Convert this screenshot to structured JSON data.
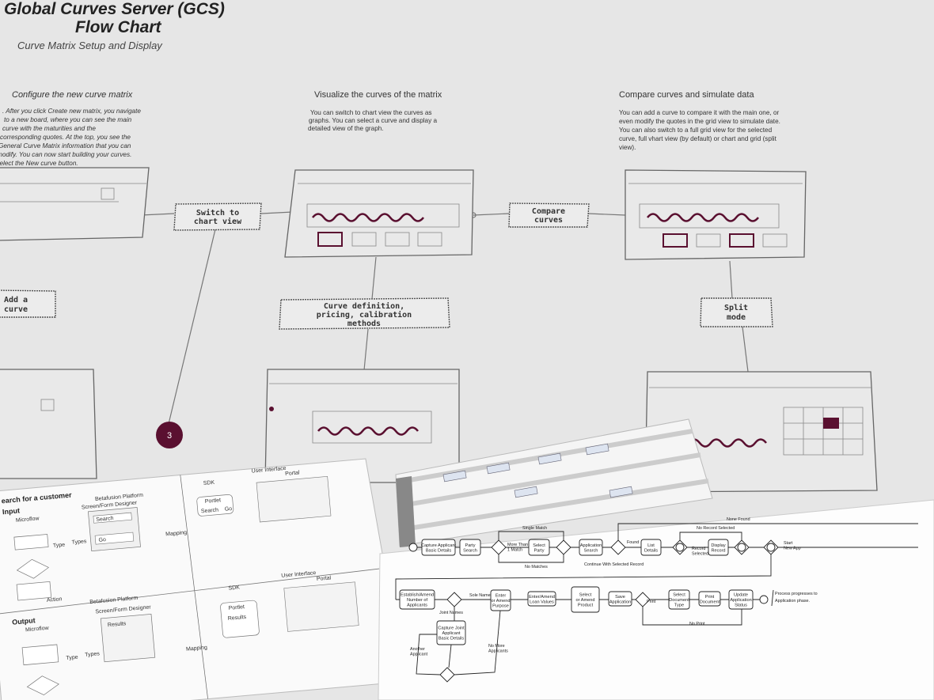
{
  "header": {
    "title_line1": "Global Curves Server (GCS)",
    "title_line2": "Flow Chart",
    "subtitle": "Curve Matrix Setup and Display"
  },
  "sections": [
    {
      "heading": "Configure the new curve matrix",
      "lines": [
        ". After you click Create new matrix, you navigate",
        "to a new board, where you can see the main",
        "curve with the maturities and the",
        "corresponding quotes. At the top, you see the",
        "General Curve Matrix information that you can",
        "modify. You can now start building your curves.",
        "Select the New curve button."
      ]
    },
    {
      "heading": "Visualize the curves of the matrix",
      "lines": [
        "You can switch to chart view the curves as",
        "graphs. You can select a curve and display a",
        "detailed view of the graph."
      ]
    },
    {
      "heading": "Compare curves and simulate data",
      "lines": [
        "You can add a curve to compare it with the main one, or",
        "even modify the quotes in the grid view to simulate date.",
        "You can also switch to a full grid view for the selected",
        "curve, full vhart view (by default) or chart and grid (split",
        "view)."
      ]
    }
  ],
  "flow_steps": {
    "switch": [
      "Switch to",
      "chart view"
    ],
    "compare": [
      "Compare",
      "curves"
    ],
    "curve_def": [
      "Curve definition,",
      "pricing, calibration",
      "methods"
    ],
    "split": [
      "Split",
      "mode"
    ],
    "add": [
      "Add a",
      "curve"
    ],
    "step_badge": "3"
  },
  "colors": {
    "accent": "#5a1030",
    "sheet": "#e6e6e6"
  },
  "paper_left": {
    "title": "earch for a customer",
    "input": {
      "label": "Input",
      "microflow": "Microflow",
      "platform": "Betafusion Platform",
      "designer": "Screen/Form Designer",
      "field_search": "Search",
      "button_go": "Go",
      "types": "Types",
      "type": "Type",
      "mapping": "Mapping",
      "sdk": "SDK",
      "portlet": "Portlet",
      "portlet_search": "Search",
      "portlet_go": "Go",
      "ui": "User Interface",
      "portal": "Portal",
      "action": "Action"
    },
    "output": {
      "label": "Output",
      "microflow": "Microflow",
      "platform": "Betafusion Platform",
      "designer": "Screen/Form Designer",
      "results": "Results",
      "types": "Types",
      "type": "Type",
      "mapping": "Mapping",
      "sdk": "SDK",
      "portlet": "Portlet",
      "portlet_results": "Results",
      "ui": "User Interface",
      "portal": "Portal"
    }
  },
  "paper_right": {
    "nodes_row1": [
      "Capture Applicant|Basic Details",
      "Party|Search",
      "Select|Party",
      "Application|Search",
      "List|Details",
      "Display|Record"
    ],
    "labels_row1": {
      "single": "Single Match",
      "more": "More Than|1 Match",
      "none": "No Matches",
      "continue": "Continue With Selected Record",
      "found": "Found",
      "no_record": "No Record Selected",
      "record_sel": "Record|Selected",
      "none_found": "None Found",
      "start_new": "Start|New App"
    },
    "nodes_row2": [
      "Establish/Amend|Number of|Applicants",
      "Enter|or Amend|Purpose",
      "Enter/Amend|Loan Values",
      "Select|or Amend|Product",
      "Save|Application",
      "Select|Document|Type",
      "Print|Document",
      "Update|Application|Status"
    ],
    "joint_node": "Capture Joint|Applicant|Basic Details",
    "labels_row2": {
      "sole": "Sole Name",
      "joint": "Joint Names",
      "another": "Another|Applicant",
      "no_more": "No More|Applicants",
      "print": "Print",
      "no_print": "No Print"
    },
    "end_note": [
      "Process progresses to",
      "Application phase."
    ]
  }
}
